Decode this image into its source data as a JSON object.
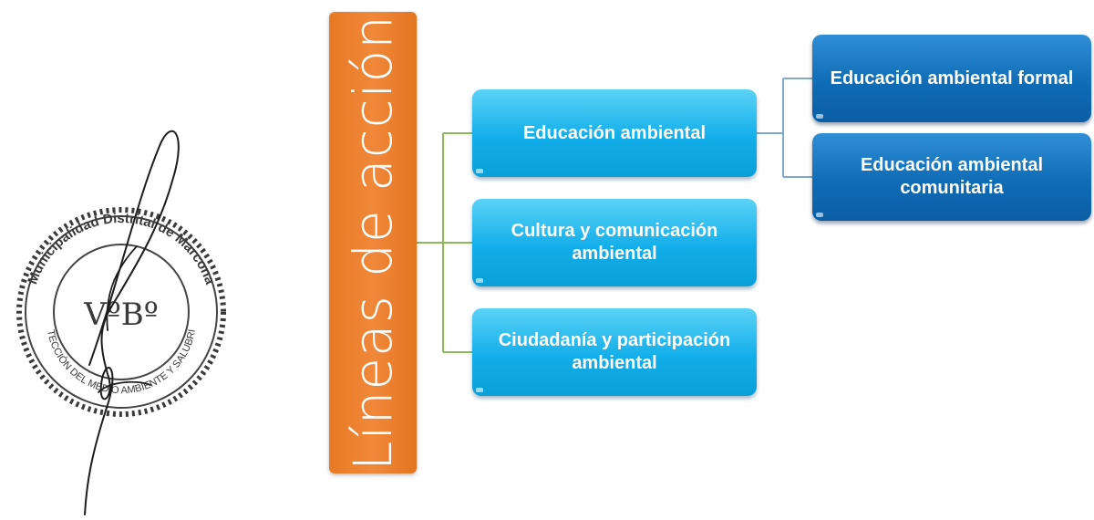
{
  "root": {
    "label": "Líneas de acción"
  },
  "branches": [
    {
      "label": "Educación ambiental"
    },
    {
      "label": "Cultura y comunicación ambiental"
    },
    {
      "label": "Ciudadanía y participación ambiental"
    }
  ],
  "sub_branches": [
    {
      "label": "Educación ambiental formal"
    },
    {
      "label": "Educación ambiental comunitaria"
    }
  ],
  "stamp": {
    "ring_text": "Municipalidad Distrital de Marcona",
    "bottom_text": "PROTECCIÓN DEL MEDIO AMBIENTE Y SALUBRIDAD",
    "center_text": "VºBº"
  },
  "colors": {
    "root": "#ee8230",
    "level2": "#12aee9",
    "level3": "#0f6cb6",
    "connector_green": "#8cba5a",
    "connector_blue": "#7fa9cf"
  }
}
